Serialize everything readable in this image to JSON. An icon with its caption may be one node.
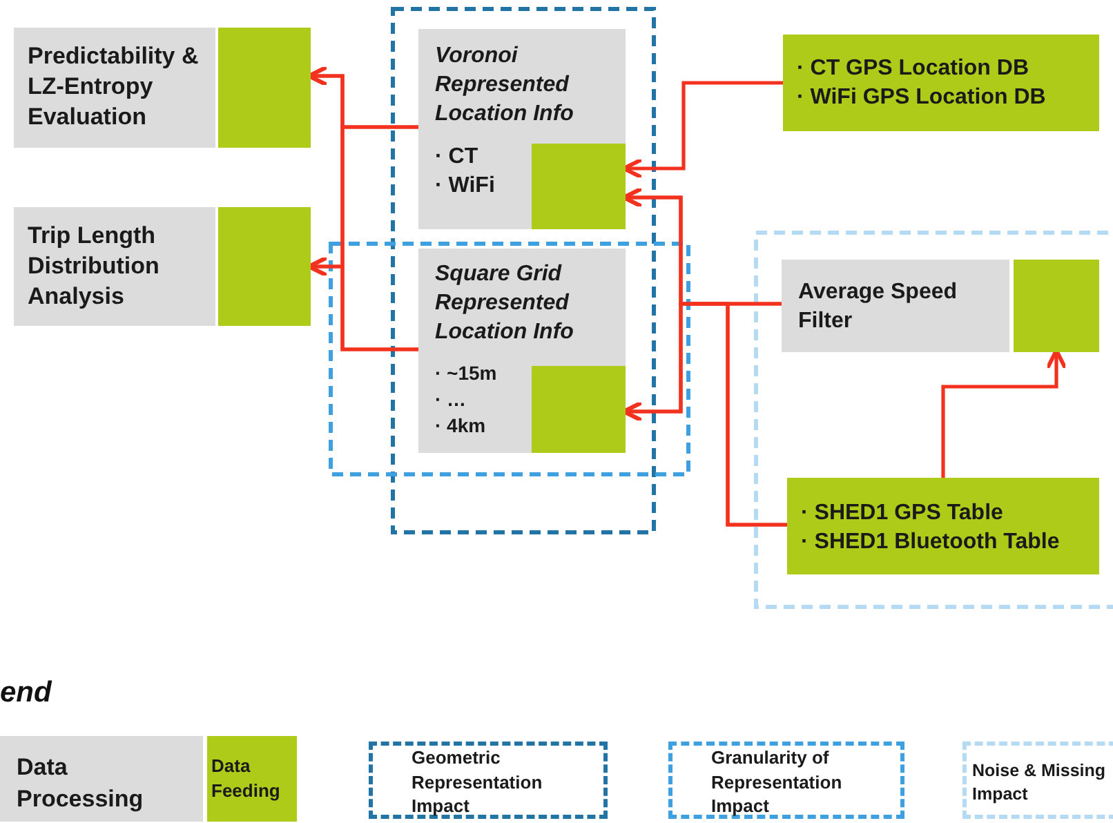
{
  "diagram": {
    "nodes": [
      {
        "text": [
          "Predictability & LZ-Entropy Evaluation"
        ]
      },
      {
        "text": [],
        "shape": "box"
      },
      {
        "text": [
          "Trip Length Distribution Analysis"
        ]
      },
      {
        "text": [],
        "shape": "box"
      },
      {
        "text": [
          "Voronoi Represented Location Info",
          "· CT",
          "· WiFi"
        ]
      },
      {
        "text": [],
        "shape": "box",
        "in": 4
      },
      {
        "text": [
          "Square Grid Represented Location Info",
          "· ~15m",
          "· …",
          "· 4km"
        ]
      },
      {
        "text": [],
        "shape": "box",
        "in": 6
      },
      {
        "text": [
          "· CT GPS Location DB",
          "· WiFi GPS Location DB"
        ]
      },
      {
        "text": [
          "Average Speed Filter"
        ]
      },
      {
        "text": [],
        "shape": "box"
      },
      {
        "text": [
          "· SHED1 GPS Table",
          "· SHED1 Bluetooth Table"
        ]
      }
    ],
    "edges": [
      {
        "from": 4,
        "to": 1,
        "arrow": "to"
      },
      {
        "from": 4,
        "to": 3,
        "arrow": "to"
      },
      {
        "from": 6,
        "to": 1,
        "arrow": "to"
      },
      {
        "from": 6,
        "to": 3,
        "arrow": "to"
      },
      {
        "from": 8,
        "to": 5,
        "arrow": "to"
      },
      {
        "from": 9,
        "to": 5,
        "arrow": "to"
      },
      {
        "from": 9,
        "to": 7,
        "arrow": "to"
      },
      {
        "from": 11,
        "to": 5,
        "arrow": "to"
      },
      {
        "from": 11,
        "to": 7,
        "arrow": "to"
      },
      {
        "from": 11,
        "to": 10,
        "arrow": "to"
      }
    ],
    "labels": [
      "end"
    ],
    "legend": [
      {
        "text": "Data Processing",
        "color": "#dcdcdc"
      },
      {
        "text": "Data Feeding",
        "color": "#aecb1a"
      },
      {
        "text": "Geometric Representation Impact"
      },
      {
        "text": "Granularity of Representation Impact"
      },
      {
        "text": "Noise & Missing Impact"
      }
    ]
  }
}
